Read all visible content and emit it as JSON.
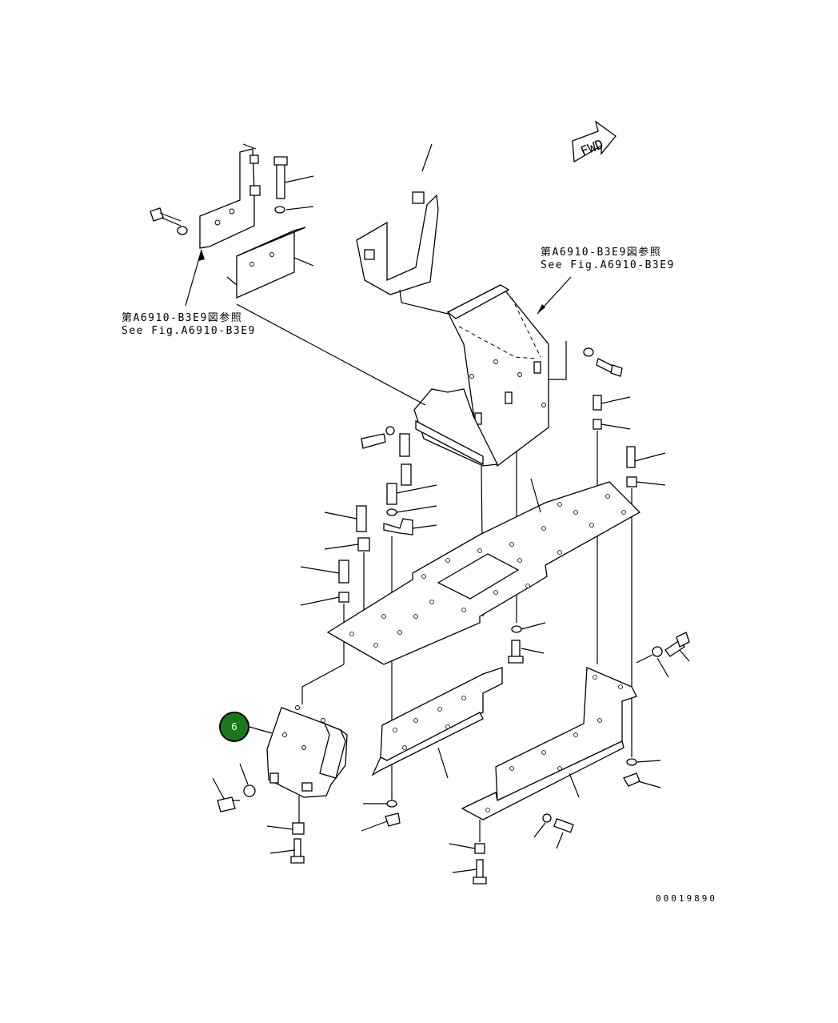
{
  "fwd_label": "FWD",
  "notes": [
    {
      "line1": "第A6910-B3E9図参照",
      "line2": "See Fig.A6910-B3E9"
    },
    {
      "line1": "第A6910-B3E9図参照",
      "line2": "See Fig.A6910-B3E9"
    }
  ],
  "callout": {
    "label": "6",
    "color": "#1a7a1a"
  },
  "drawing_number": "00019890"
}
